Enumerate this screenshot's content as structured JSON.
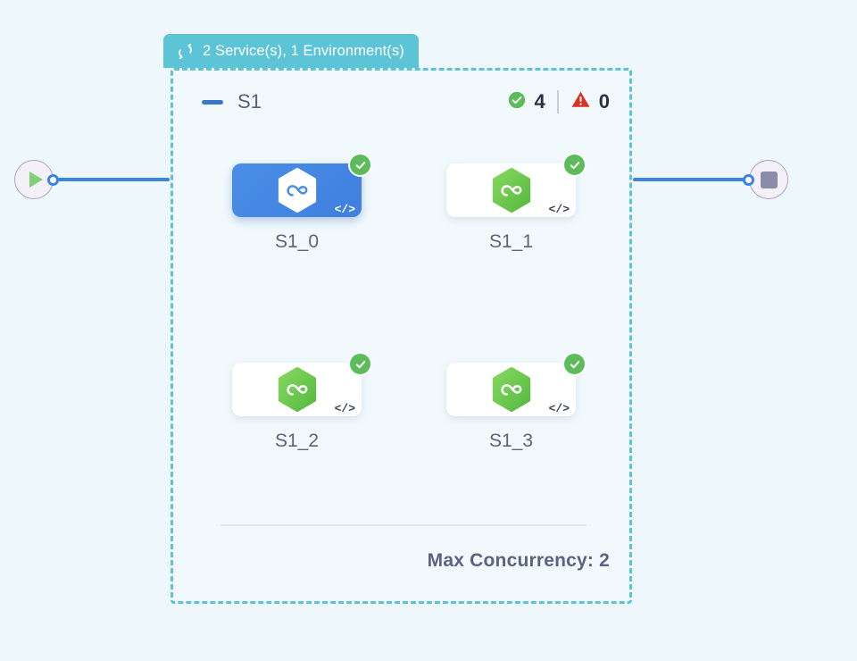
{
  "canvas": {
    "background_color": "#eef7fb"
  },
  "group": {
    "header": {
      "icon": "loop-repeat-icon",
      "label": "2 Service(s), 1 Environment(s)",
      "background_color": "#5cc4d6",
      "text_color": "#ffffff"
    },
    "border_color": "#5cc4d6",
    "collapse_toggle": {
      "icon": "minus-icon",
      "state": "expanded",
      "color": "#3b76c9"
    },
    "title": "S1",
    "stats": {
      "success": {
        "icon": "check-circle-icon",
        "value": "4",
        "color": "#5cbc5b"
      },
      "error": {
        "icon": "warning-triangle-icon",
        "value": "0",
        "color": "#d93025"
      }
    },
    "footer": {
      "max_concurrency_label": "Max Concurrency: 2"
    }
  },
  "nodes": {
    "start": {
      "icon": "play-icon",
      "label": "start-node",
      "handle": "source-handle"
    },
    "stop": {
      "icon": "stop-square-icon",
      "label": "stop-node",
      "handle": "target-handle"
    }
  },
  "services": [
    {
      "id": "S1_0",
      "label": "S1_0",
      "selected": true,
      "logo_icon": "nodejs-hexagon-icon",
      "logo_color": "#ffffff",
      "code_icon": "code-brackets-icon",
      "code_glyph": "</>",
      "status_icon": "check-circle-icon",
      "status": "success"
    },
    {
      "id": "S1_1",
      "label": "S1_1",
      "selected": false,
      "logo_icon": "nodejs-hexagon-icon",
      "logo_color": "#6bc84a",
      "code_icon": "code-brackets-icon",
      "code_glyph": "</>",
      "status_icon": "check-circle-icon",
      "status": "success"
    },
    {
      "id": "S1_2",
      "label": "S1_2",
      "selected": false,
      "logo_icon": "nodejs-hexagon-icon",
      "logo_color": "#6bc84a",
      "code_icon": "code-brackets-icon",
      "code_glyph": "</>",
      "status_icon": "check-circle-icon",
      "status": "success"
    },
    {
      "id": "S1_3",
      "label": "S1_3",
      "selected": false,
      "logo_icon": "nodejs-hexagon-icon",
      "logo_color": "#6bc84a",
      "code_icon": "code-brackets-icon",
      "code_glyph": "</>",
      "status_icon": "check-circle-icon",
      "status": "success"
    }
  ]
}
